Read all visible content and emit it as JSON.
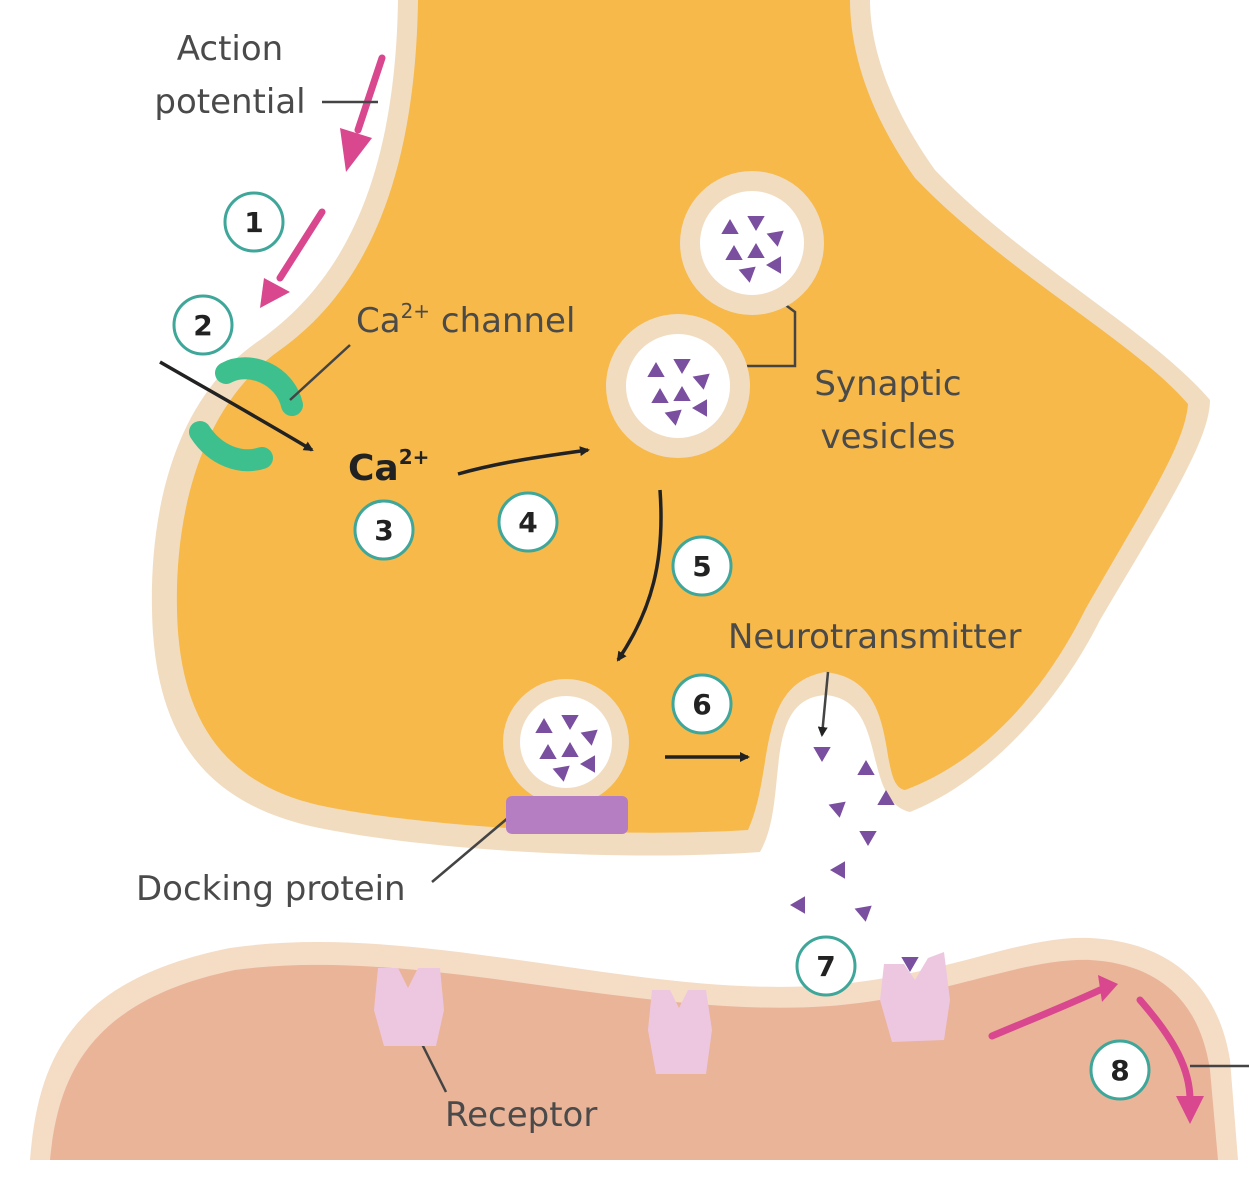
{
  "labels": {
    "action_potential_line1": "Action",
    "action_potential_line2": "potential",
    "ca_channel_prefix": "Ca",
    "ca_channel_sup": "2+",
    "ca_channel_suffix": " channel",
    "ca_ion_base": "Ca",
    "ca_ion_sup": "2+",
    "synaptic_line1": "Synaptic",
    "synaptic_line2": "vesicles",
    "neurotransmitter": "Neurotransmitter",
    "docking_protein": "Docking protein",
    "receptor": "Receptor"
  },
  "steps": [
    "1",
    "2",
    "3",
    "4",
    "5",
    "6",
    "7",
    "8"
  ],
  "colors": {
    "presynaptic_fill": "#f6b94a",
    "presynaptic_membrane": "#f1dcc0",
    "postsynaptic_fill": "#eab499",
    "postsynaptic_membrane": "#f5dcc5",
    "action_potential_arrow": "#d9478f",
    "ca_channel": "#3ec08e",
    "neurotransmitter": "#7b4fa0",
    "docking_protein": "#b57ec2",
    "receptor": "#edc7e0",
    "step_ring": "#3fa69a"
  }
}
